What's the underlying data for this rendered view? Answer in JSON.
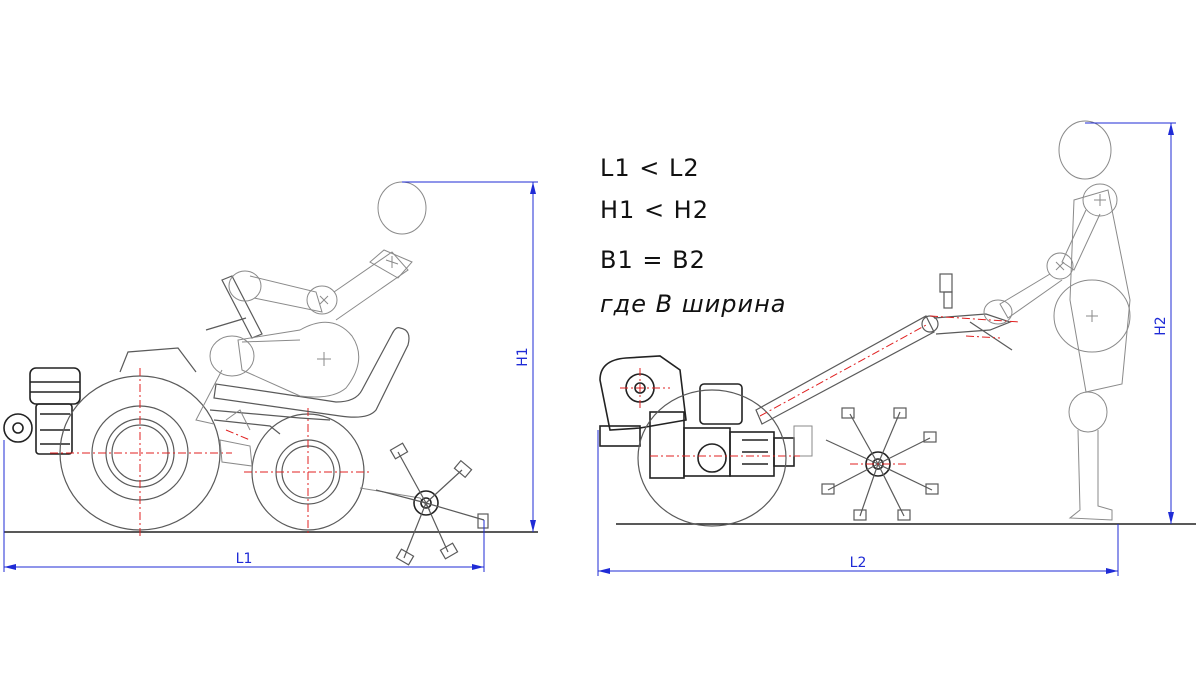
{
  "notes": {
    "line1": "L1  < L2",
    "line2": "H1 < H2",
    "line3": "B1 = B2",
    "line4": "где В ширина"
  },
  "dimensions": {
    "l1": "L1",
    "h1": "H1",
    "l2": "L2",
    "h2": "H2"
  },
  "colors": {
    "dimension": "#1f2bd6",
    "centerline": "#e02020",
    "outline": "#5a5a5a"
  }
}
